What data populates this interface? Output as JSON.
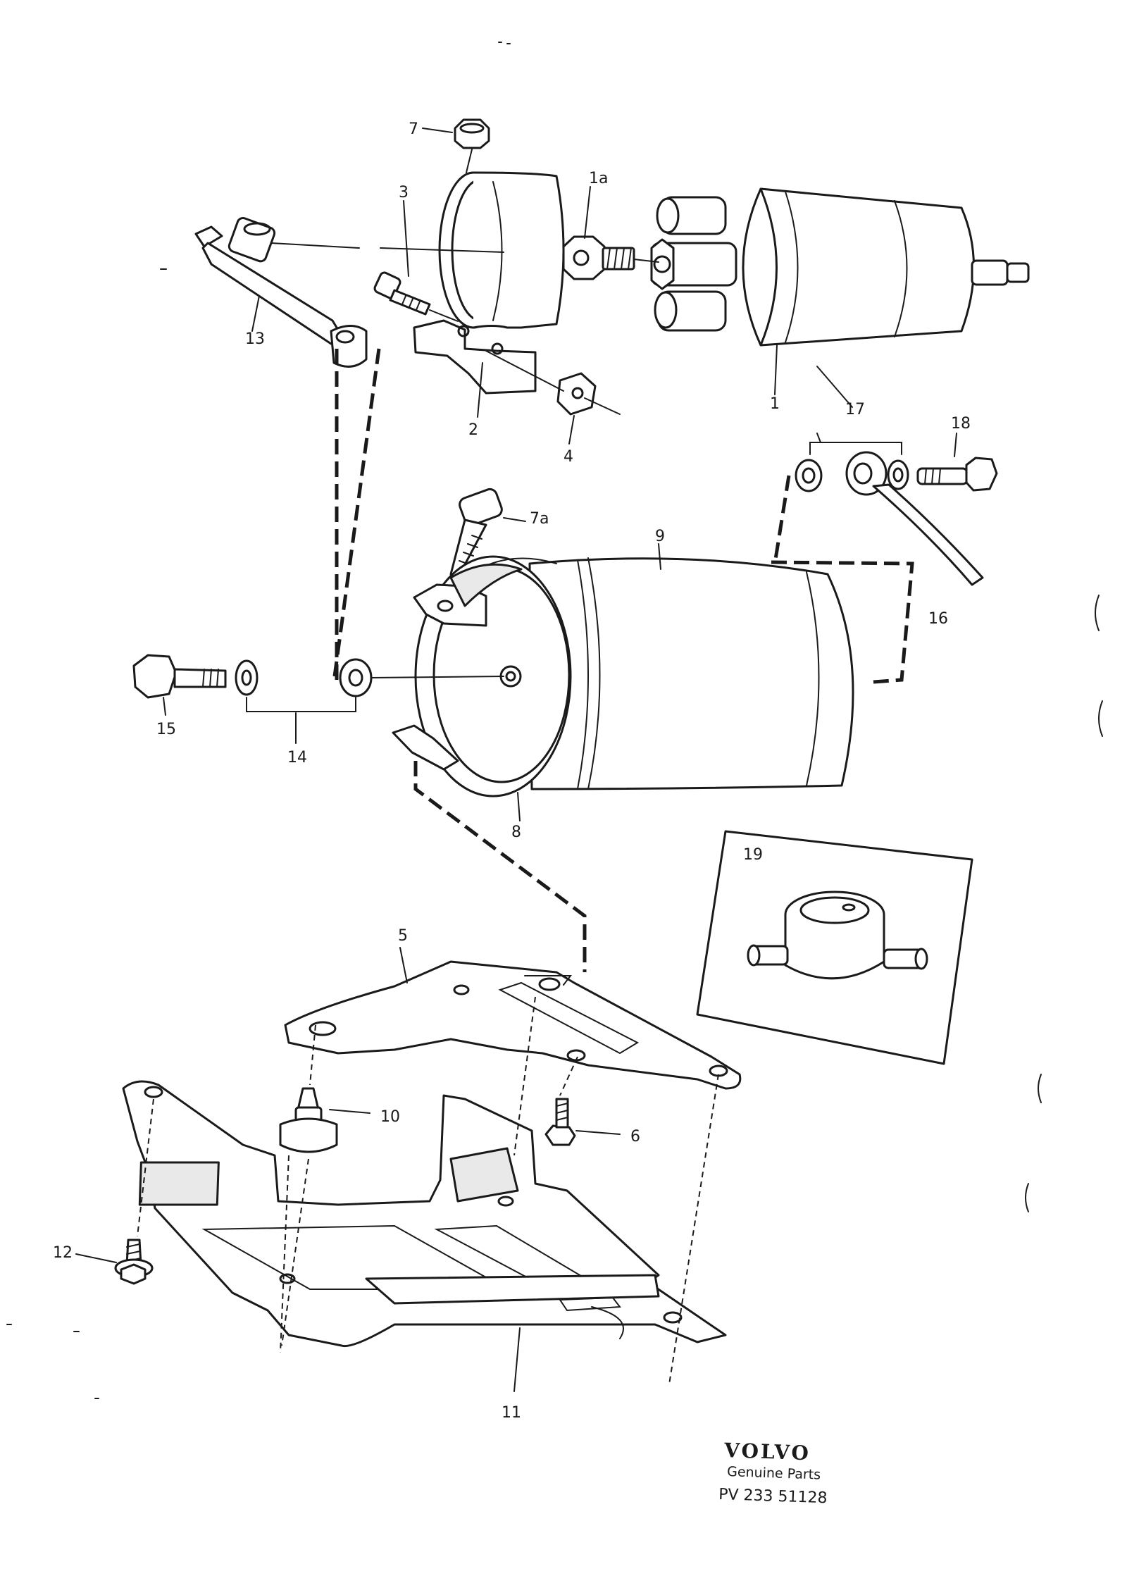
{
  "labels": {
    "l1": "1",
    "l1a": "1a",
    "l2": "2",
    "l3": "3",
    "l4": "4",
    "l5": "5",
    "l6": "6",
    "l7": "7",
    "l7a": "7a",
    "l8": "8",
    "l9": "9",
    "l10": "10",
    "l11": "11",
    "l12": "12",
    "l13": "13",
    "l14": "14",
    "l15": "15",
    "l16": "16",
    "l17": "17",
    "l18": "18",
    "l19": "19"
  },
  "brand": {
    "name": "VOLVO",
    "tagline": "Genuine Parts",
    "code": "PV 233 51128"
  }
}
